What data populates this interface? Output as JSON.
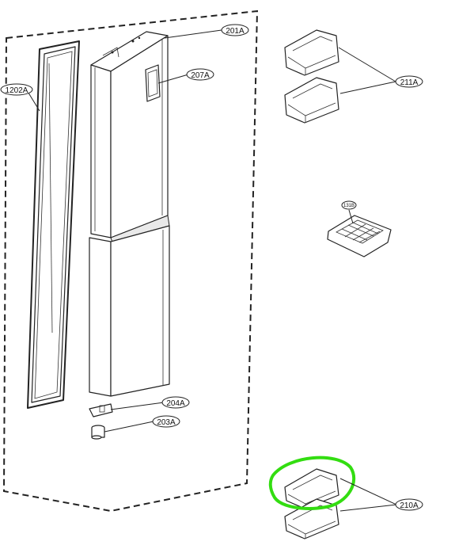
{
  "parts": {
    "door_assembly": "201A",
    "door_gasket": "1202A",
    "display_cover": "207A",
    "hinge_upper": "204A",
    "hinge_lower": "203A",
    "door_basket_upper": "211A",
    "ice_tray": "131B",
    "door_basket_lower": "210A"
  },
  "colors": {
    "highlight": "#33dd11",
    "line": "#222222"
  }
}
